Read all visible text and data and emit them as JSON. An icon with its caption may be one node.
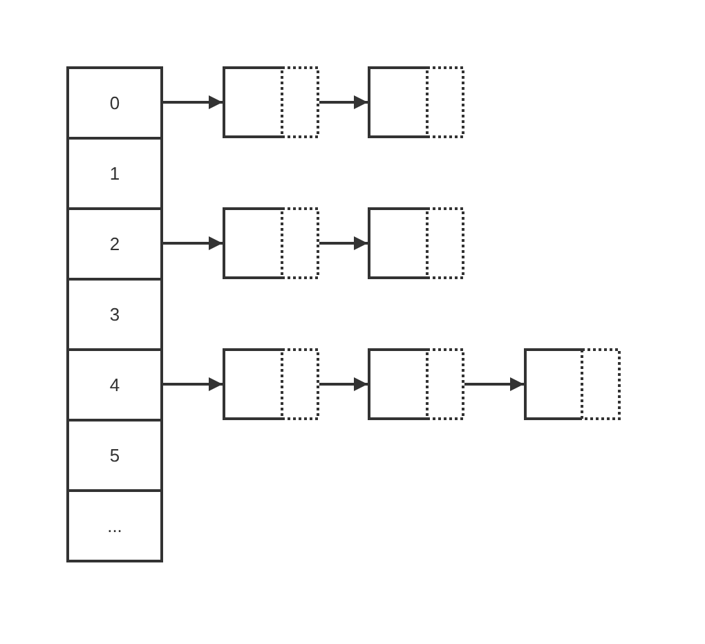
{
  "diagram": {
    "nodes": [
      {
        "text": [
          "0"
        ]
      },
      {
        "text": [
          "1"
        ]
      },
      {
        "text": [
          "2"
        ]
      },
      {
        "text": [
          "3"
        ]
      },
      {
        "text": [
          "4"
        ]
      },
      {
        "text": [
          "5"
        ]
      },
      {
        "text": [
          "..."
        ]
      },
      {
        "text": [],
        "shape": "box"
      },
      {
        "text": [],
        "shape": "box"
      },
      {
        "text": [],
        "shape": "box"
      },
      {
        "text": [],
        "shape": "box"
      },
      {
        "text": [],
        "shape": "box"
      },
      {
        "text": [],
        "shape": "box"
      },
      {
        "text": [],
        "shape": "box"
      }
    ],
    "edges": [
      {
        "from": 0,
        "to": 7,
        "arrow": "to"
      },
      {
        "from": 7,
        "to": 8,
        "arrow": "to"
      },
      {
        "from": 2,
        "to": 9,
        "arrow": "to"
      },
      {
        "from": 9,
        "to": 10,
        "arrow": "to"
      },
      {
        "from": 4,
        "to": 11,
        "arrow": "to"
      },
      {
        "from": 11,
        "to": 12,
        "arrow": "to"
      },
      {
        "from": 12,
        "to": 13,
        "arrow": "to"
      }
    ]
  }
}
